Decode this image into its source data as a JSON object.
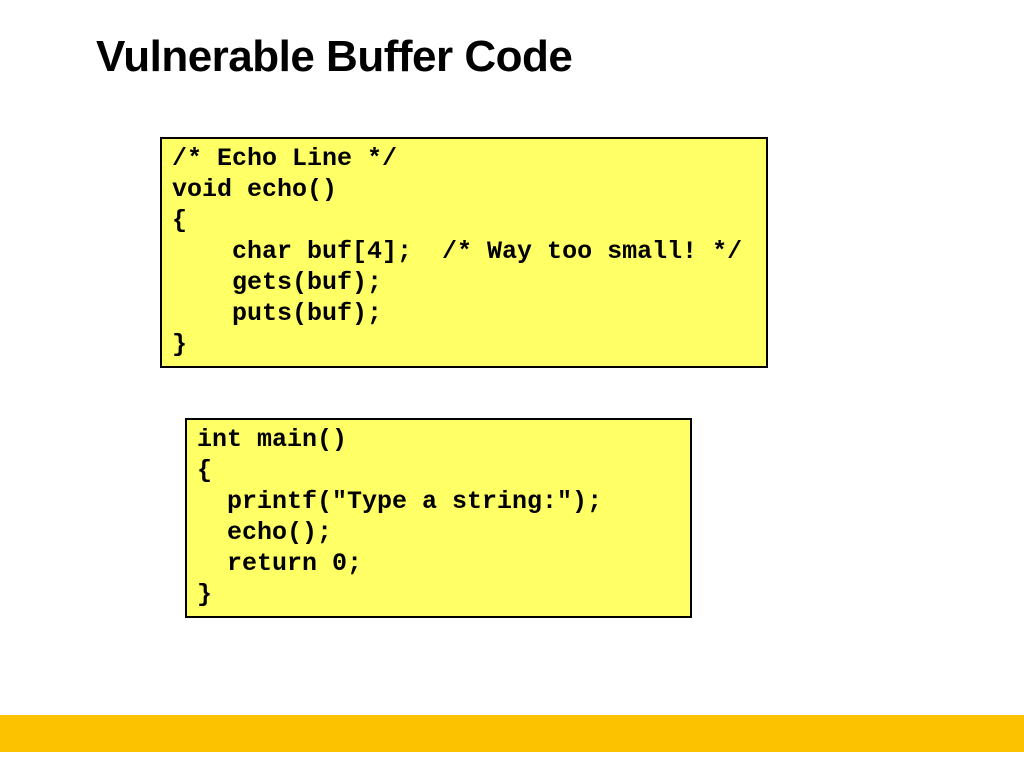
{
  "slide": {
    "title": "Vulnerable Buffer Code",
    "colors": {
      "background": "#FFFFFF",
      "code_box_fill": "#FFFF66",
      "code_box_border": "#000000",
      "accent_bar": "#FCC200",
      "title_text": "#000000",
      "code_text": "#000000"
    },
    "code_boxes": [
      {
        "name": "echo-function",
        "lines": [
          "/* Echo Line */",
          "void echo()",
          "{",
          "    char buf[4];  /* Way too small! */",
          "    gets(buf);",
          "    puts(buf);",
          "}"
        ]
      },
      {
        "name": "main-function",
        "lines": [
          "int main()",
          "{",
          "  printf(\"Type a string:\");",
          "  echo();",
          "  return 0;",
          "}"
        ]
      }
    ]
  }
}
